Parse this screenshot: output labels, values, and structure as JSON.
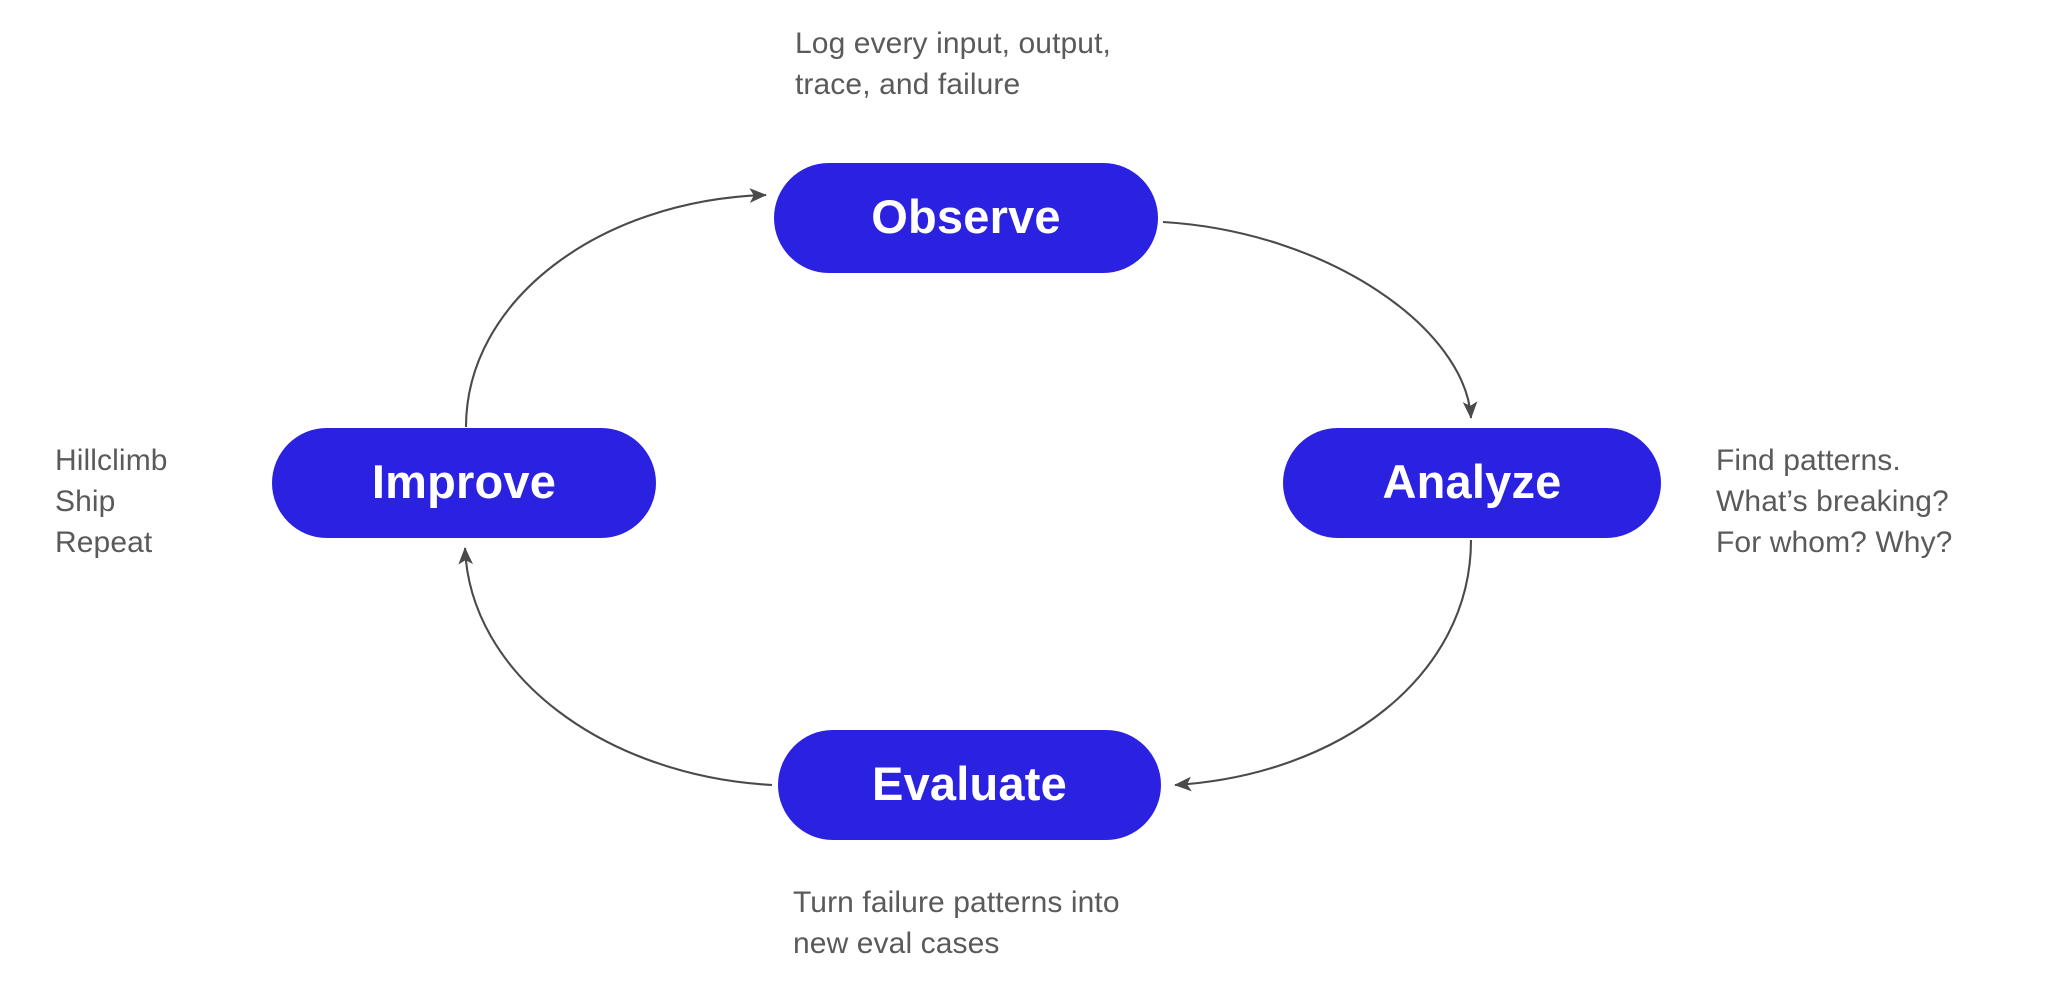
{
  "diagram": {
    "title": "Observe Analyze Evaluate Improve loop",
    "background_color": "#ffffff",
    "node_color": "#2b21e0",
    "node_text_color": "#ffffff",
    "annotation_color": "#5a5a5a",
    "edge_color": "#4a4a4a",
    "nodes": [
      {
        "id": "observe",
        "label": "Observe",
        "position": "top"
      },
      {
        "id": "analyze",
        "label": "Analyze",
        "position": "right"
      },
      {
        "id": "evaluate",
        "label": "Evaluate",
        "position": "bottom"
      },
      {
        "id": "improve",
        "label": "Improve",
        "position": "left"
      }
    ],
    "annotations": [
      {
        "id": "observe",
        "text": "Log every input, output,\ntrace, and failure"
      },
      {
        "id": "analyze",
        "text": "Find patterns.\nWhat’s breaking?\nFor whom? Why?"
      },
      {
        "id": "evaluate",
        "text": "Turn failure patterns into\nnew eval cases"
      },
      {
        "id": "improve",
        "text": "Hillclimb\nShip\nRepeat"
      }
    ],
    "edges": [
      {
        "from": "improve",
        "to": "observe"
      },
      {
        "from": "observe",
        "to": "analyze"
      },
      {
        "from": "analyze",
        "to": "evaluate"
      },
      {
        "from": "evaluate",
        "to": "improve"
      }
    ]
  }
}
